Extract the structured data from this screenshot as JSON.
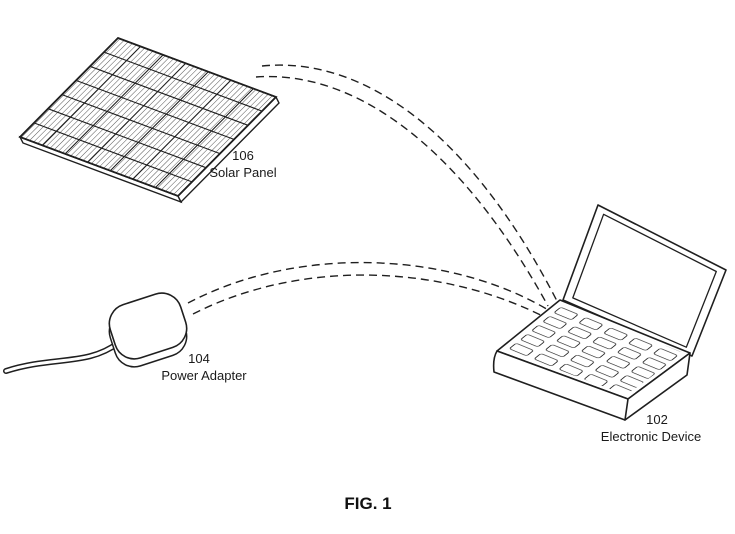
{
  "figure": {
    "caption": "FIG. 1",
    "labels": {
      "solar_panel": {
        "ref": "106",
        "name": "Solar Panel"
      },
      "power_adapter": {
        "ref": "104",
        "name": "Power Adapter"
      },
      "electronic_device": {
        "ref": "102",
        "name": "Electronic Device"
      }
    },
    "colors": {
      "line": "#1f1f1f",
      "background": "#ffffff",
      "hatch": "#555555"
    }
  }
}
